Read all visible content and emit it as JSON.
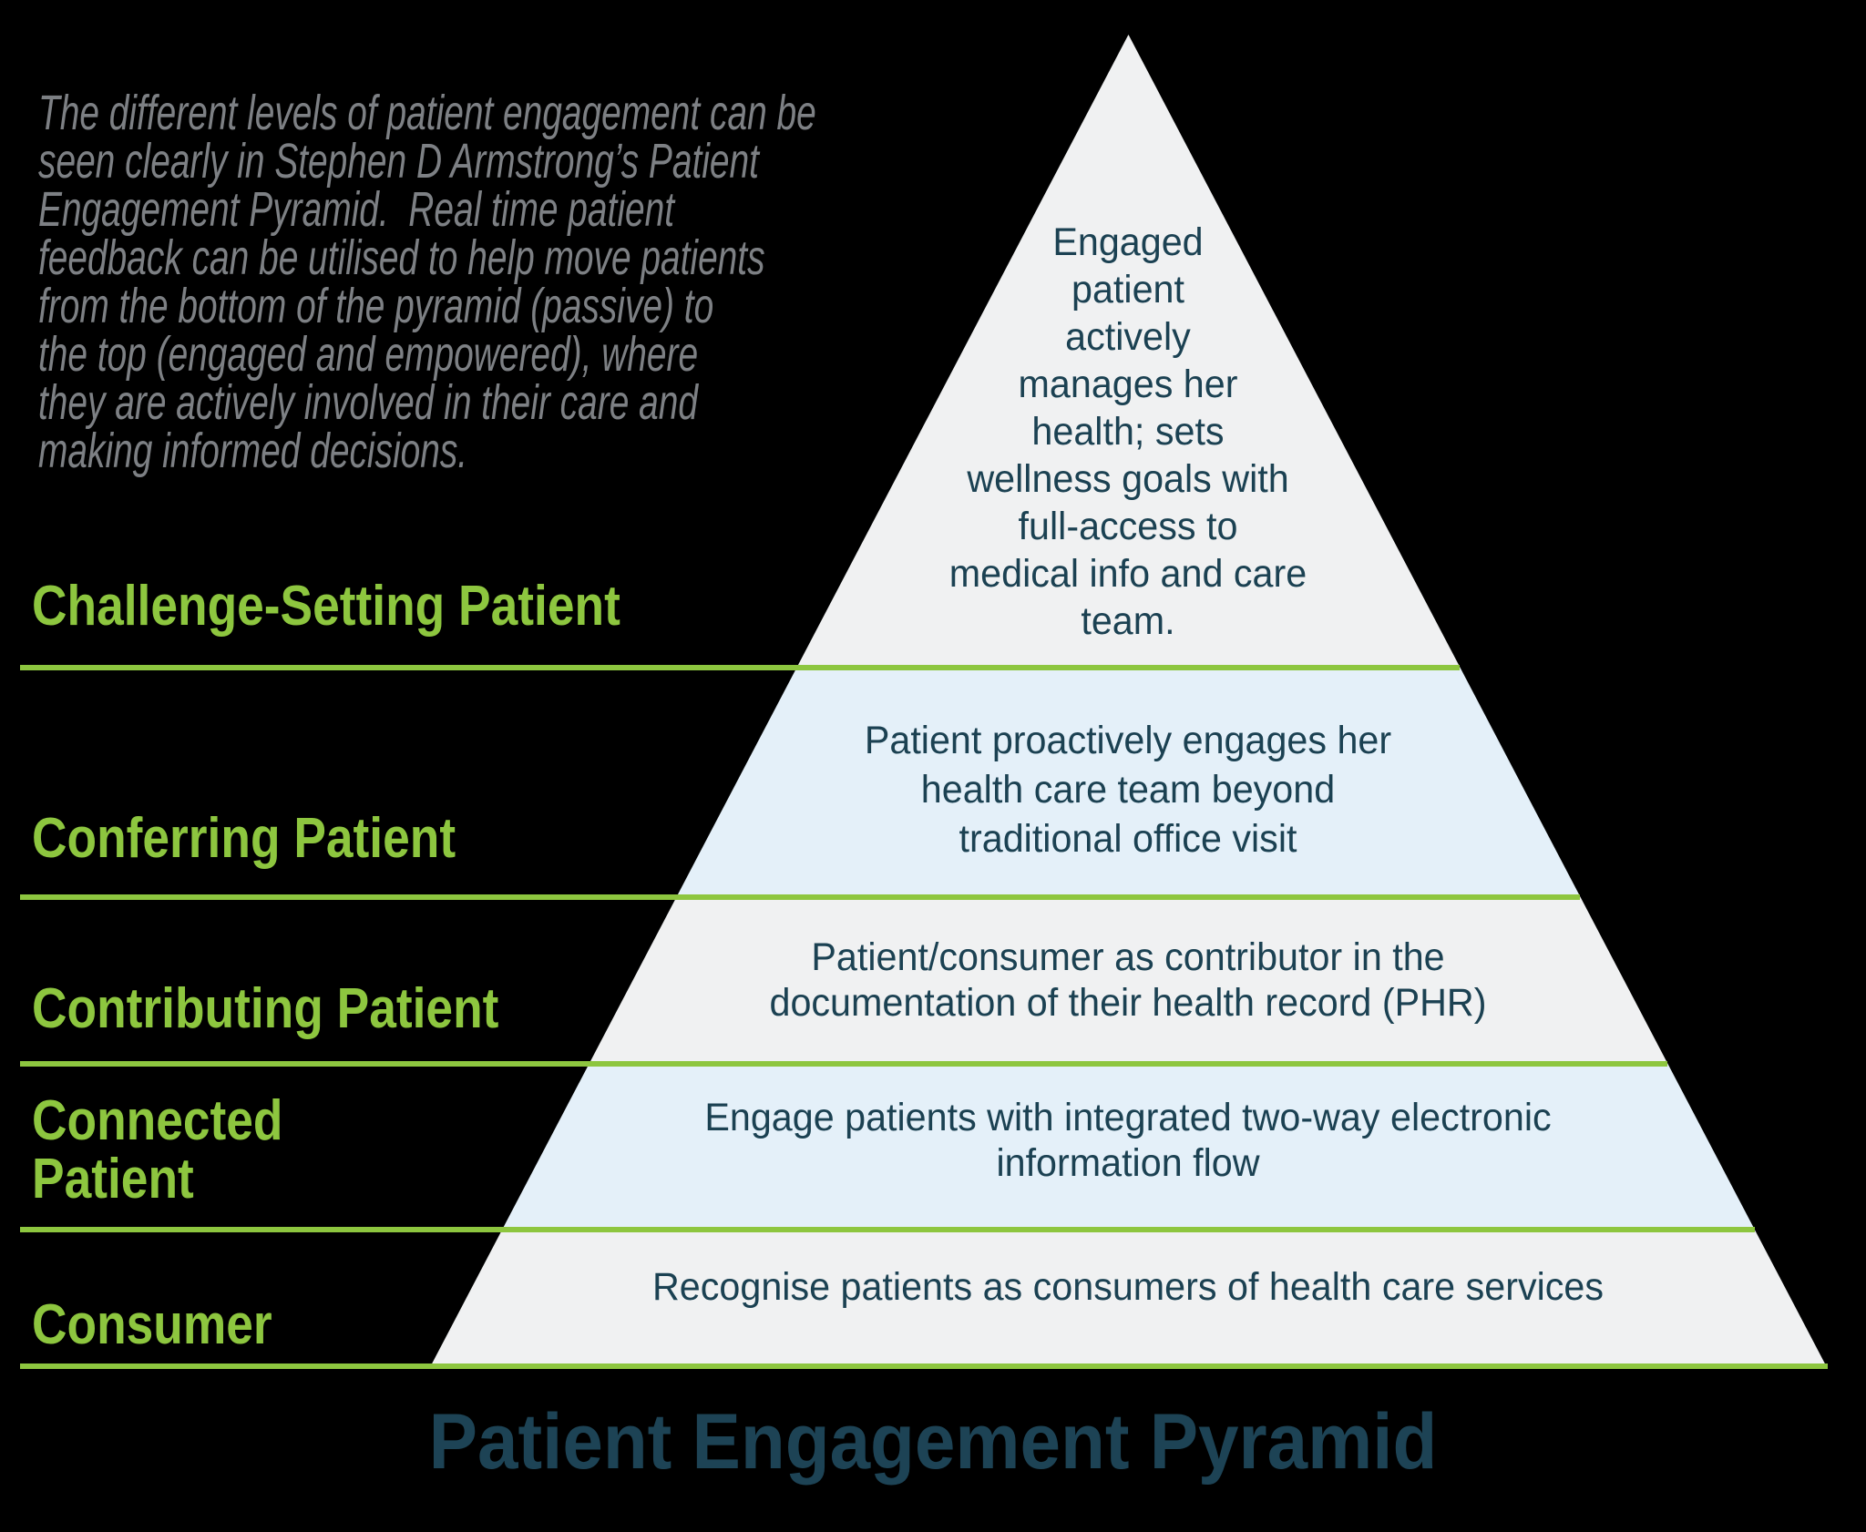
{
  "title": {
    "text": "Patient Engagement Pyramid"
  },
  "intro": {
    "lines": [
      "The different levels of patient engagement can be",
      "seen clearly in Stephen D Armstrong’s Patient",
      "Engagement Pyramid.  Real time patient",
      "feedback can be utilised to help move patients",
      "from the bottom of the pyramid (passive) to",
      "the top (engaged and empowered), where",
      "they are actively involved in their care and",
      "making informed decisions."
    ]
  },
  "levels": [
    {
      "label_lines": [
        "Challenge-Setting Patient"
      ],
      "tier_lines": [
        "Engaged",
        "patient",
        "actively",
        "manages her",
        "health; sets",
        "wellness goals with",
        "full-access to",
        "medical info and care",
        "team."
      ]
    },
    {
      "label_lines": [
        "Conferring Patient"
      ],
      "tier_lines": [
        "Patient proactively engages her",
        "health care team beyond",
        "traditional office visit"
      ]
    },
    {
      "label_lines": [
        "Contributing Patient"
      ],
      "tier_lines": [
        "Patient/consumer as contributor in the",
        "documentation of their health record (PHR)"
      ]
    },
    {
      "label_lines": [
        "Connected",
        "Patient"
      ],
      "tier_lines": [
        "Engage patients with integrated two-way electronic",
        "information flow"
      ]
    },
    {
      "label_lines": [
        "Consumer"
      ],
      "tier_lines": [
        "Recognise patients as consumers of health care services"
      ]
    }
  ],
  "colors": {
    "background": "#000000",
    "accent_green": "#8dc63f",
    "tier_gray": "#f0f1f2",
    "tier_blue": "#e4f0f9",
    "tier_text_navy": "#1b4152",
    "title_teal": "#1d4355",
    "intro_gray": "#7d8084"
  }
}
